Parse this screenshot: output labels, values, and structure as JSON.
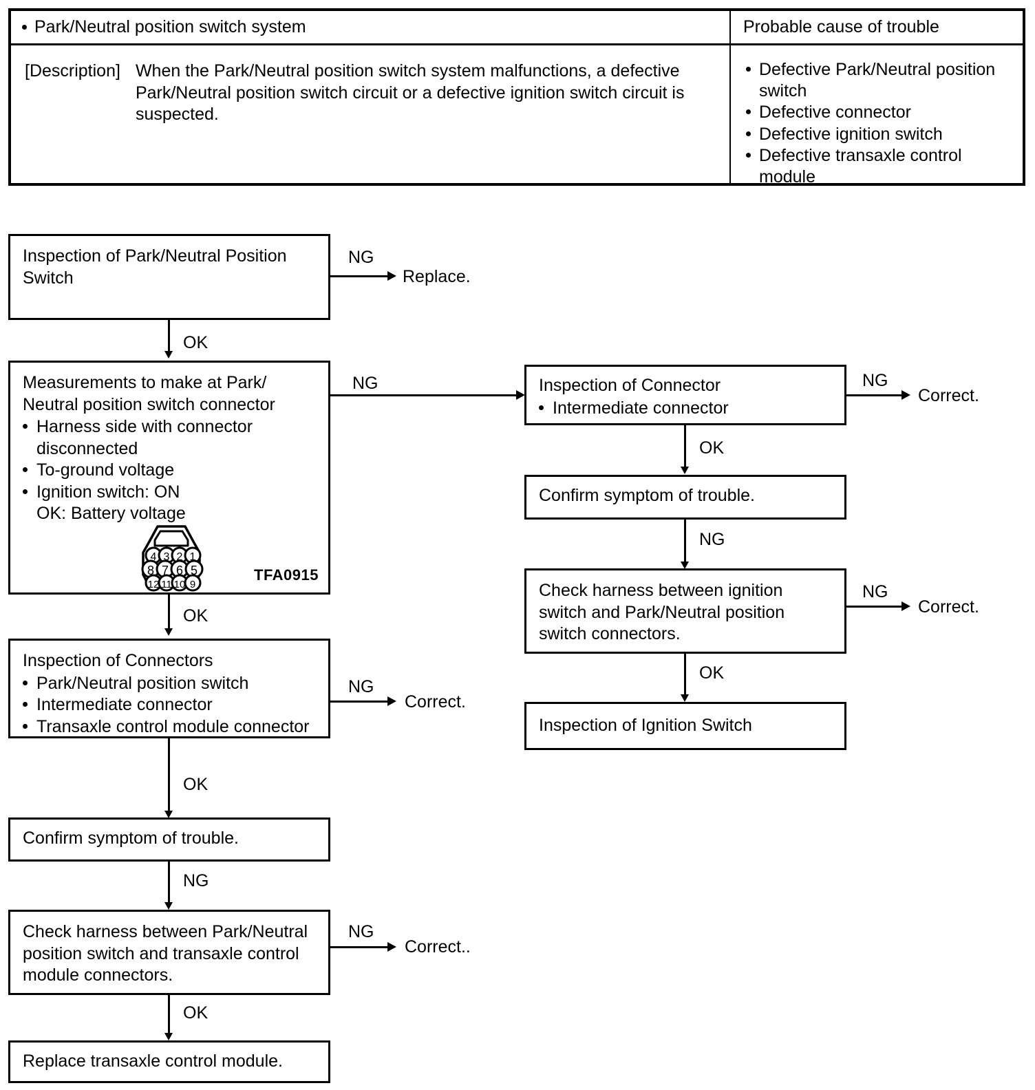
{
  "table": {
    "header": {
      "system_bullet": "Park/Neutral position switch system",
      "cause_column": "Probable cause of trouble"
    },
    "description_label": "[Description]",
    "description_text": "When the Park/Neutral position switch system malfunctions, a defective Park/Neutral position switch circuit or a defective ignition switch circuit is suspected.",
    "probable_causes": [
      "Defective Park/Neutral position switch",
      "Defective connector",
      "Defective ignition switch",
      "Defective transaxle control module"
    ]
  },
  "flowchart": {
    "labels": {
      "ok": "OK",
      "ng": "NG"
    },
    "left_column": {
      "step1": {
        "title": "Inspection of Park/Neutral Position Switch",
        "ng_outcome": "Replace."
      },
      "step2": {
        "title": "Measurements to make at Park/\nNeutral position switch connector",
        "bullets": [
          "Harness side with connector disconnected",
          "To-ground voltage",
          "Ignition switch: ON\nOK: Battery voltage"
        ],
        "figure_code": "TFA0915",
        "connector_pins": {
          "row1": [
            "4",
            "3",
            "2",
            "1"
          ],
          "row2": [
            "8",
            "7",
            "6",
            "5"
          ],
          "row3": [
            "12",
            "11",
            "10",
            "9"
          ]
        }
      },
      "step3": {
        "title": "Inspection of Connectors",
        "bullets": [
          "Park/Neutral position switch",
          "Intermediate connector",
          "Transaxle control module connector"
        ],
        "ng_outcome": "Correct."
      },
      "step4": {
        "title": "Confirm symptom of trouble."
      },
      "step5": {
        "title": "Check harness between Park/Neutral position switch and transaxle control module connectors.",
        "ng_outcome": "Correct.."
      },
      "step6": {
        "title": "Replace transaxle control module."
      }
    },
    "right_column": {
      "step1": {
        "title": "Inspection of Connector",
        "bullets": [
          "Intermediate connector"
        ],
        "ng_outcome": "Correct."
      },
      "step2": {
        "title": "Confirm symptom of trouble."
      },
      "step3": {
        "title": "Check harness between ignition switch and Park/Neutral position switch connectors.",
        "ng_outcome": "Correct."
      },
      "step4": {
        "title": "Inspection of Ignition Switch"
      }
    }
  }
}
